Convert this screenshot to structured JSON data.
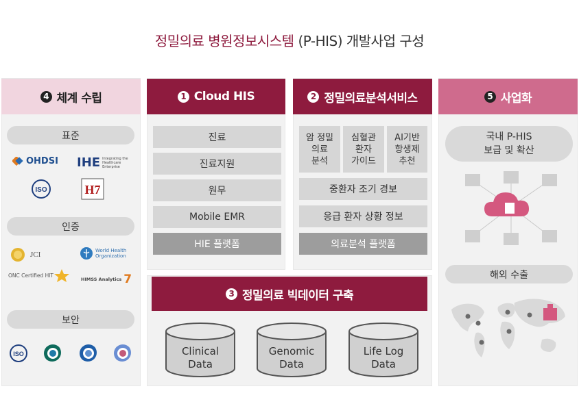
{
  "title": {
    "highlight": "정밀의료 병원정보시스템",
    "rest": " (P-HIS) 개발사업 구성"
  },
  "columns": {
    "system": {
      "num": "4",
      "title": "체계 수립",
      "standard_label": "표준",
      "standard_logos": [
        "OHDSI",
        "IHE",
        "Integrating the Healthcare Enterprise",
        "ISO",
        "H7"
      ],
      "cert_label": "인증",
      "cert_logos": [
        "JCI",
        "World Health Organization",
        "ONC Certified HIT",
        "HIMSS Analytics",
        "7"
      ],
      "security_label": "보안",
      "security_logos": [
        "ISO"
      ]
    },
    "cloud": {
      "num": "1",
      "title": "Cloud HIS",
      "items": [
        "진료",
        "진료지원",
        "원무",
        "Mobile EMR",
        "HIE 플랫폼"
      ]
    },
    "analysis": {
      "num": "2",
      "title": "정밀의료분석서비스",
      "top_items": [
        "암 정밀\n의료\n분석",
        "심혈관\n환자\n가이드",
        "AI기반\n항생제\n추천"
      ],
      "items": [
        "중환자 조기 경보",
        "응급 환자 상황 정보",
        "의료분석 플랫폼"
      ]
    },
    "commercial": {
      "num": "5",
      "title": "사업화",
      "domestic": "국내 P-HIS\n보급 및 확산",
      "export": "해외 수출"
    }
  },
  "bigdata": {
    "num": "3",
    "title": "정밀의료 빅데이터 구축",
    "cylinders": [
      "Clinical\nData",
      "Genomic\nData",
      "Life Log\nData"
    ]
  },
  "colors": {
    "maroon": "#8e1b3e",
    "pink": "#cf6b8d",
    "pink_light": "#f1d5df",
    "gray_box": "#d6d6d6"
  }
}
